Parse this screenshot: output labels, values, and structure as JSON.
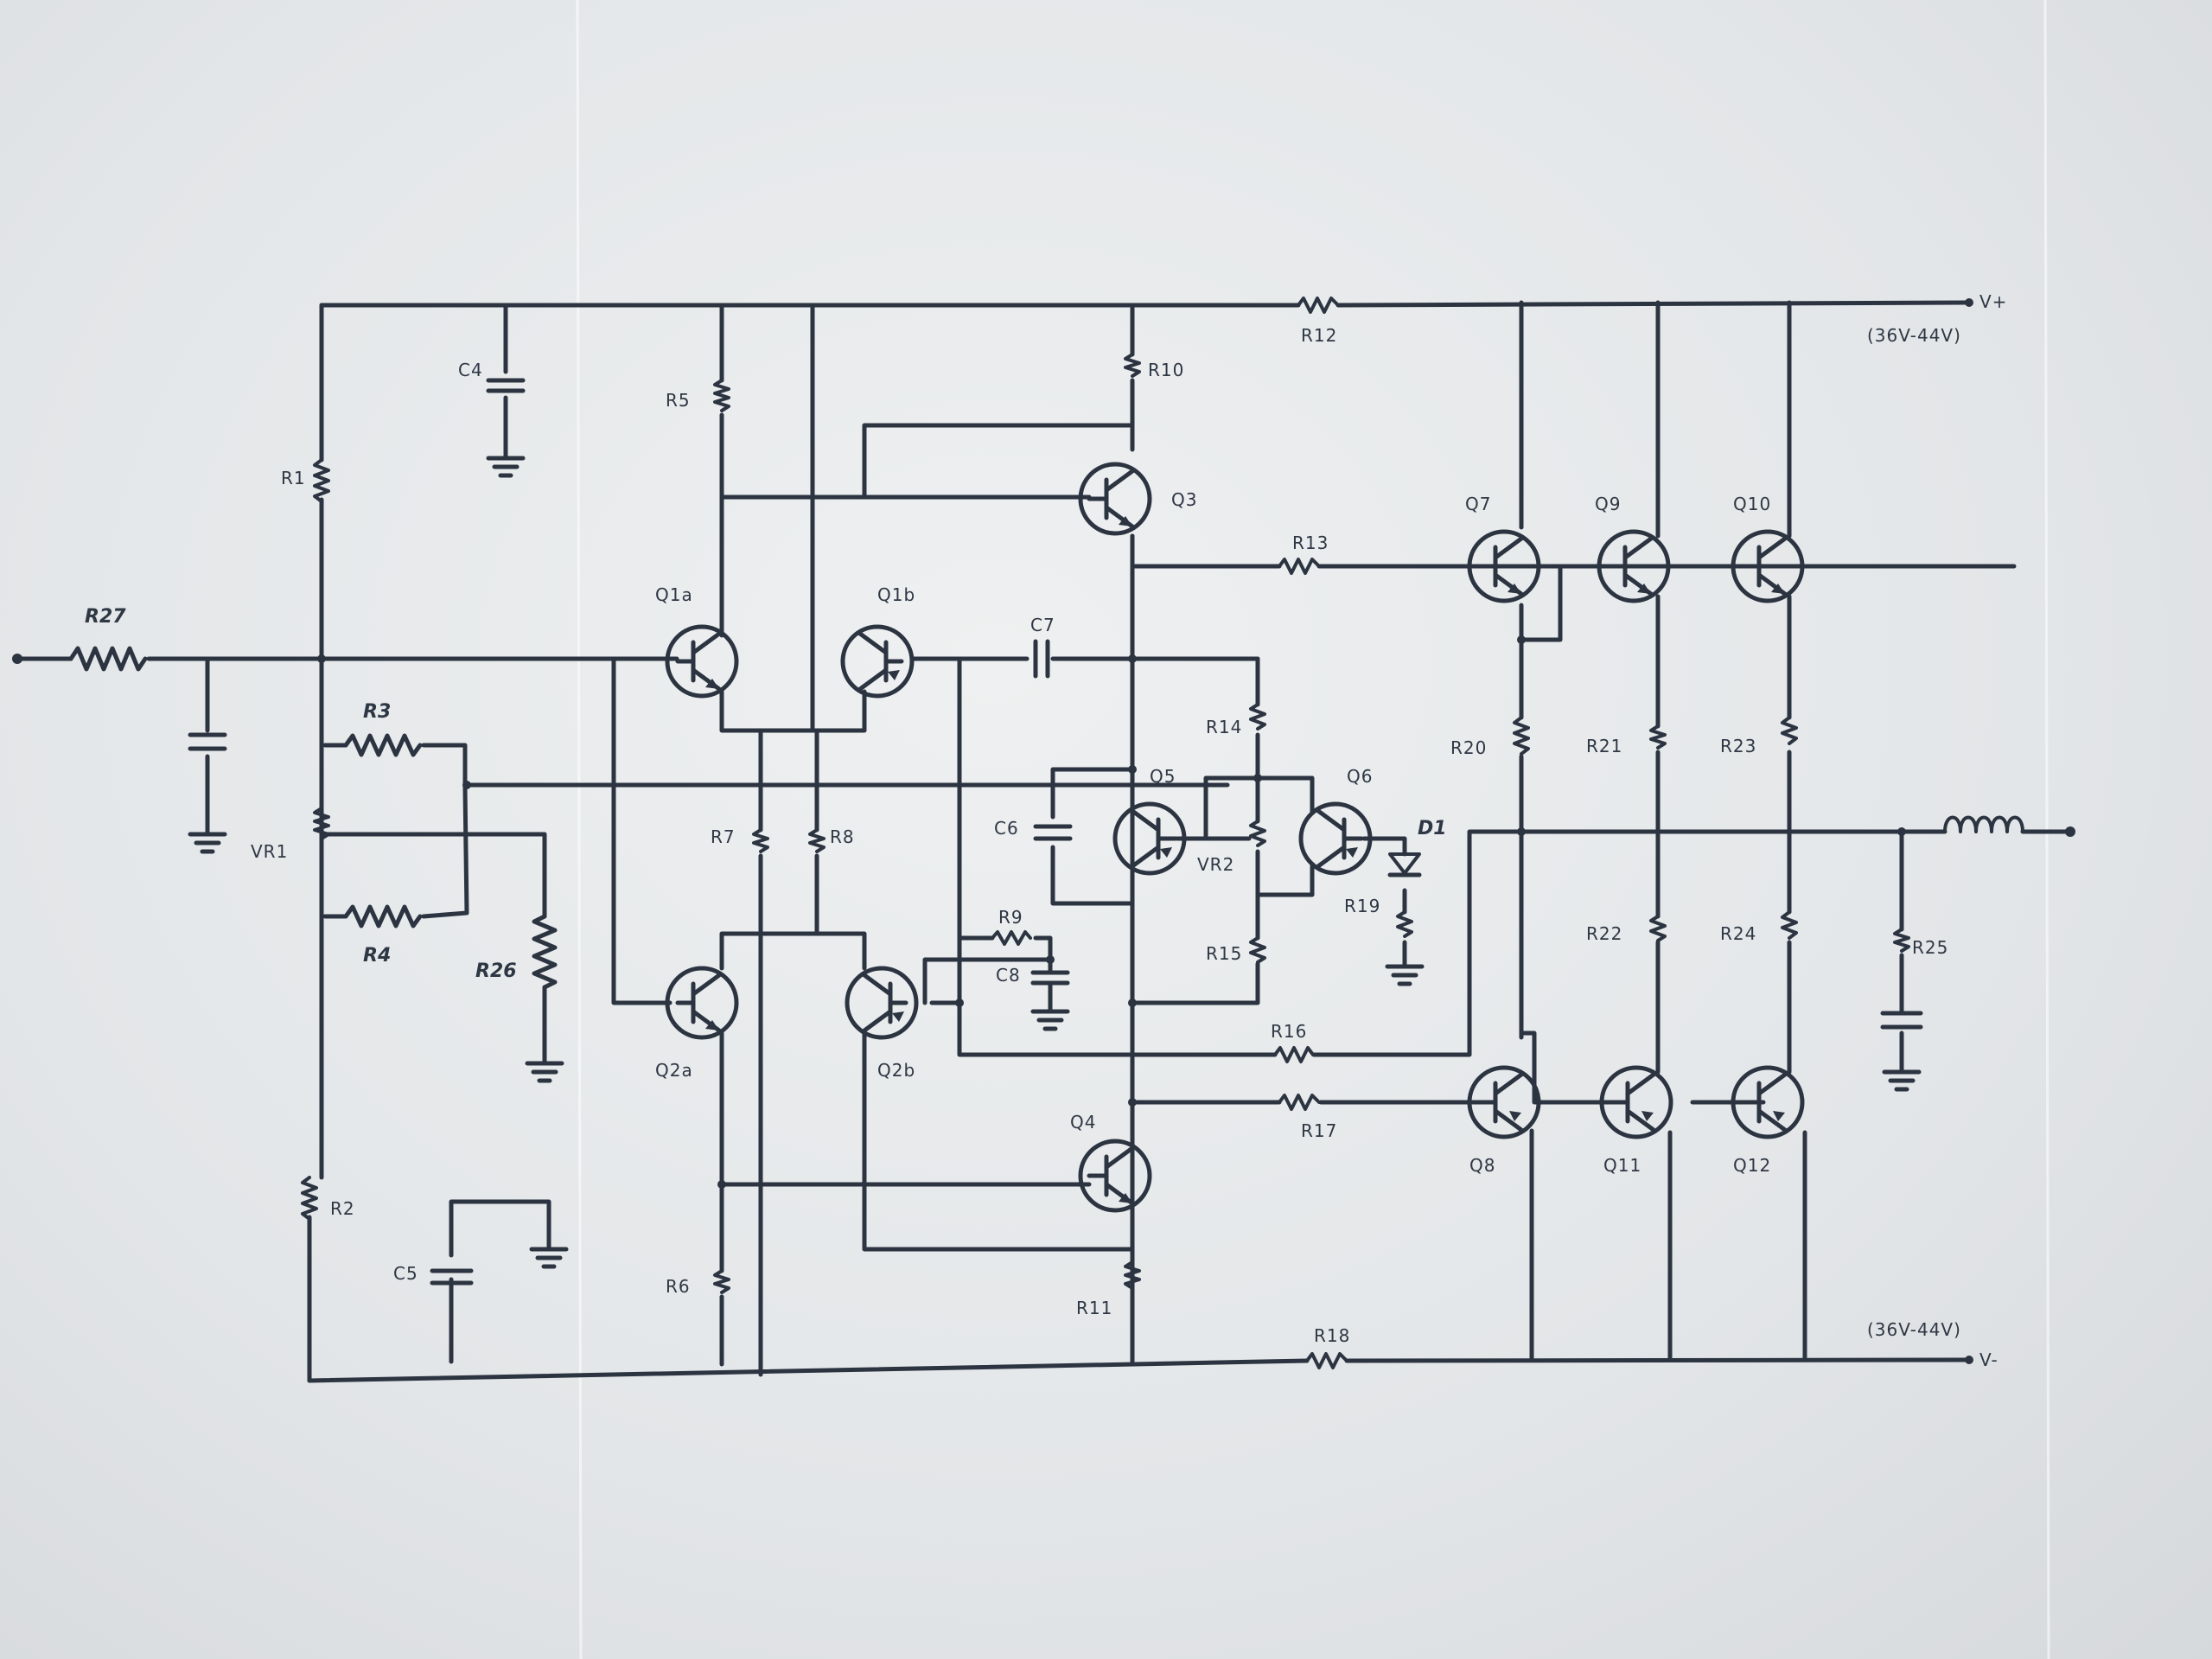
{
  "labels": {
    "r27": "R27",
    "r1": "R1",
    "r2": "R2",
    "r3": "R3",
    "r4": "R4",
    "r26": "R26",
    "vr1": "VR1",
    "r5": "R5",
    "r6": "R6",
    "r7": "R7",
    "r8": "R8",
    "r9": "R9",
    "r10": "R10",
    "r11": "R11",
    "r12": "R12",
    "r13": "R13",
    "r14": "R14",
    "r15": "R15",
    "r16": "R16",
    "r17": "R17",
    "r18": "R18",
    "r19": "R19",
    "r20": "R20",
    "r21": "R21",
    "r22": "R22",
    "r23": "R23",
    "r24": "R24",
    "r25": "R25",
    "vr2": "VR2",
    "c4": "C4",
    "c5": "C5",
    "c6": "C6",
    "c7": "C7",
    "c8": "C8",
    "q1a": "Q1a",
    "q1b": "Q1b",
    "q2a": "Q2a",
    "q2b": "Q2b",
    "q3": "Q3",
    "q4": "Q4",
    "q5": "Q5",
    "q6": "Q6",
    "q7": "Q7",
    "q8": "Q8",
    "q9": "Q9",
    "q10": "Q10",
    "q11": "Q11",
    "q12": "Q12",
    "d1": "D1",
    "vplus": "V+",
    "vminus": "V-",
    "supply_top": "(36V-44V)",
    "supply_bottom": "(36V-44V)"
  },
  "colors": {
    "paper": "#e3e6e8",
    "ink": "#2b3440"
  },
  "icons": {
    "transistor": "transistor-icon",
    "resistor": "resistor-icon",
    "capacitor": "capacitor-icon",
    "ground": "ground-icon",
    "diode": "diode-icon",
    "inductor": "inductor-icon",
    "terminal": "terminal-icon"
  }
}
